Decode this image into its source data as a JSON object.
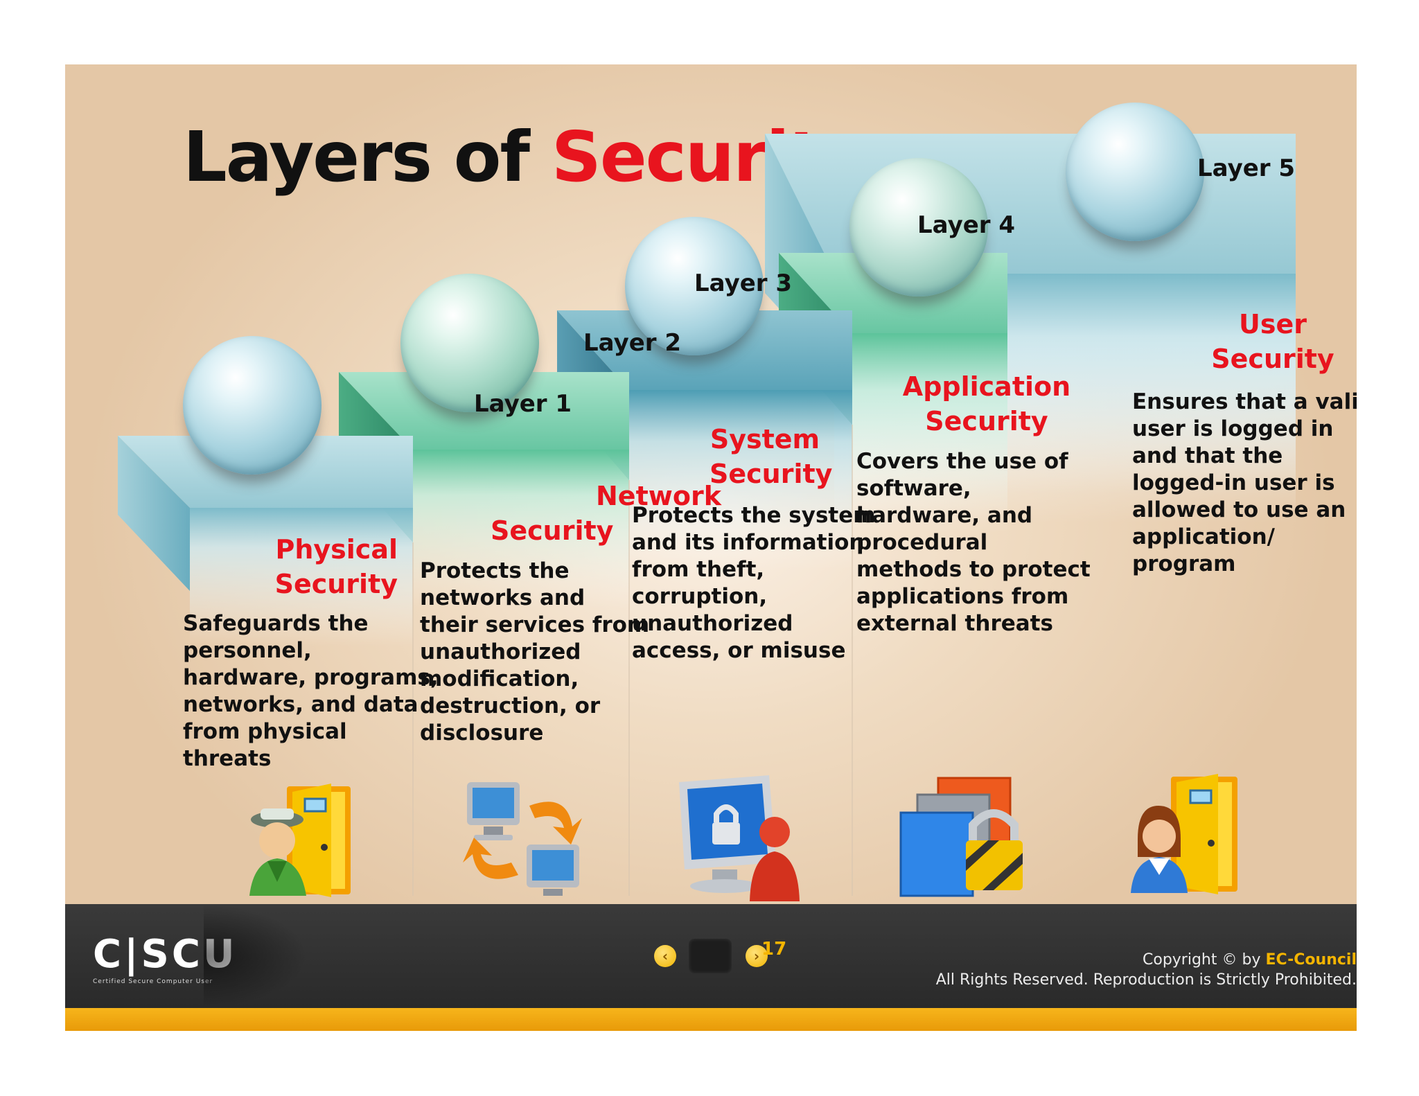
{
  "title": {
    "prefix": "Layers of ",
    "accent": "Security"
  },
  "layers": [
    {
      "label": "Layer 1",
      "heading": "Physical\nSecurity",
      "description": "Safeguards the\npersonnel,\nhardware, programs,\nnetworks, and data\nfrom physical\nthreats",
      "icon": "guard-door-icon"
    },
    {
      "label": "Layer 2",
      "heading_line1": "Network",
      "heading_line2": "Security",
      "description": "Protects the\nnetworks and\ntheir services from\nunauthorized\nmodification,\ndestruction, or\ndisclosure",
      "icon": "network-computers-icon"
    },
    {
      "label": "Layer 3",
      "heading": "System\nSecurity",
      "description": "Protects the system\nand its information\nfrom theft,\ncorruption,\nunauthorized\naccess, or misuse",
      "icon": "locked-computer-user-icon"
    },
    {
      "label": "Layer 4",
      "heading": "Application\nSecurity",
      "description": "Covers the use of\nsoftware,\nhardware, and\nprocedural\nmethods to protect\napplications from\nexternal threats",
      "icon": "application-padlock-icon"
    },
    {
      "label": "Layer 5",
      "heading": "User\nSecurity",
      "description": "Ensures that a valid\nuser is logged in\nand that the\nlogged-in user is\nallowed to use an\napplication/\nprogram",
      "icon": "user-door-icon"
    }
  ],
  "footer": {
    "logo": "C|SCU",
    "logo_sub": "Certified   Secure   Computer   User",
    "page_number": "17",
    "copyright_prefix": "Copyright © by ",
    "copyright_brand": "EC-Council",
    "rights": "All Rights Reserved. Reproduction is Strictly Prohibited."
  },
  "colors": {
    "accent": "#e8141e",
    "footer": "#2e2e2e",
    "footer_band": "#f2a80f",
    "page_number": "#f4b400"
  }
}
